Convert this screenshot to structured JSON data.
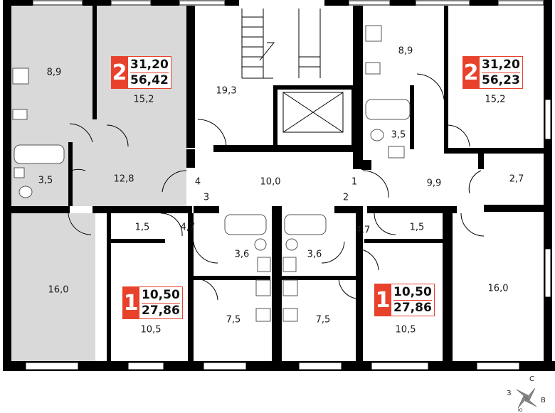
{
  "colors": {
    "wall": "#000000",
    "highlight": "#d9d9d9",
    "badge": "#e8412c",
    "fixture": "#555555"
  },
  "apartments": [
    {
      "id": "left-top",
      "rooms": "2",
      "living_area": "31,20",
      "total_area": "56,42",
      "highlighted": true
    },
    {
      "id": "right-top",
      "rooms": "2",
      "living_area": "31,20",
      "total_area": "56,23",
      "highlighted": false
    },
    {
      "id": "left-bottom",
      "rooms": "1",
      "living_area": "10,50",
      "total_area": "27,86",
      "highlighted": false
    },
    {
      "id": "right-bottom",
      "rooms": "1",
      "living_area": "10,50",
      "total_area": "27,86",
      "highlighted": false
    }
  ],
  "room_areas": {
    "tl_kitchen": "8,9",
    "tl_bedroom": "15,2",
    "tl_bath": "3,5",
    "tl_hall": "12,8",
    "tl_living": "16,0",
    "stair": "19,3",
    "corridor": "10,0",
    "tr_kitchen": "8,9",
    "tr_bedroom": "15,2",
    "tr_bath": "3,5",
    "tr_hall": "9,9",
    "tr_closet": "2,7",
    "bl_closet": "1,5",
    "bl_hall": "4,7",
    "bl_room": "10,5",
    "bl_bath": "3,6",
    "bl_kitchen": "7,5",
    "br_closet": "1,5",
    "br_hall": "4,7",
    "br_room": "10,5",
    "br_bath": "3,6",
    "br_kitchen": "7,5",
    "br_living": "16,0"
  },
  "entry_numbers": {
    "n1": "1",
    "n2": "2",
    "n3": "3",
    "n4": "4"
  },
  "compass": {
    "north": "С",
    "east": "В",
    "west": "З",
    "south": "Ю"
  }
}
